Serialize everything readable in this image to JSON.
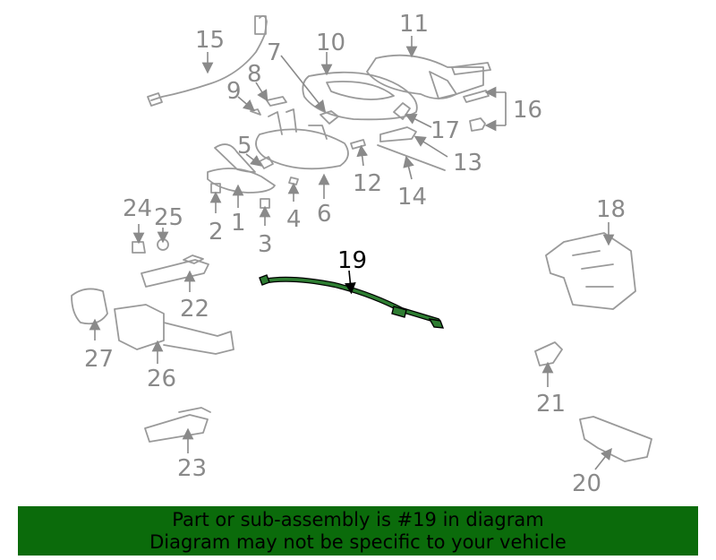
{
  "diagram": {
    "callouts": [
      "1",
      "2",
      "3",
      "4",
      "5",
      "6",
      "7",
      "8",
      "9",
      "10",
      "11",
      "12",
      "13",
      "14",
      "15",
      "16",
      "17",
      "18",
      "19",
      "20",
      "21",
      "22",
      "23",
      "24",
      "25",
      "26",
      "27"
    ],
    "highlighted": "19",
    "highlight_color": "#2e7d32",
    "part_color": "#9a9a9a"
  },
  "banner": {
    "line1": "Part or sub-assembly is #19 in diagram",
    "line2": "Diagram may not be specific to your vehicle",
    "background": "#0b6b0b"
  }
}
